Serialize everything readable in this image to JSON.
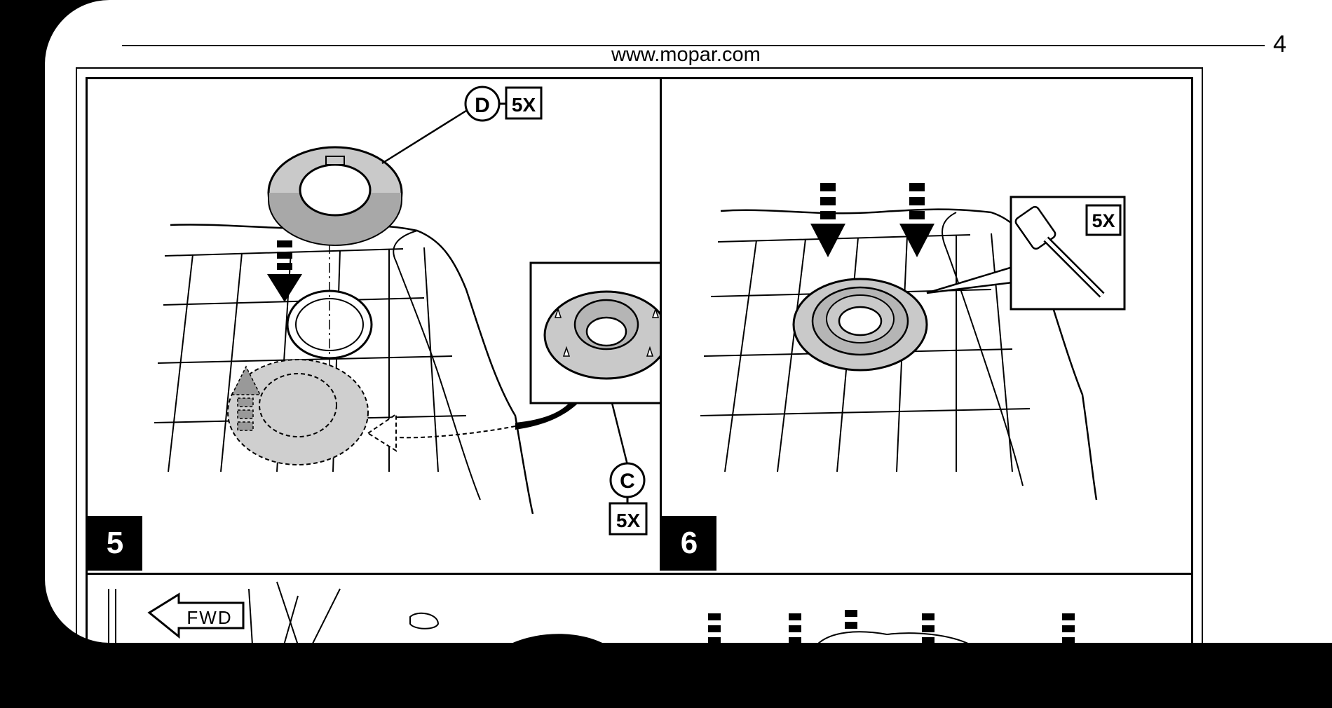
{
  "header": {
    "url": "www.mopar.com",
    "page_number": "4"
  },
  "panel5": {
    "step": "5",
    "callout_d_letter": "D",
    "callout_d_qty": "5X",
    "callout_c_letter": "C",
    "callout_c_qty": "5X"
  },
  "panel6": {
    "step": "6",
    "callout_qty": "5X"
  },
  "panel7": {
    "fwd_label": "FWD"
  },
  "colors": {
    "part_fill": "#c9c9c9",
    "ink": "#000000",
    "paper": "#ffffff"
  }
}
